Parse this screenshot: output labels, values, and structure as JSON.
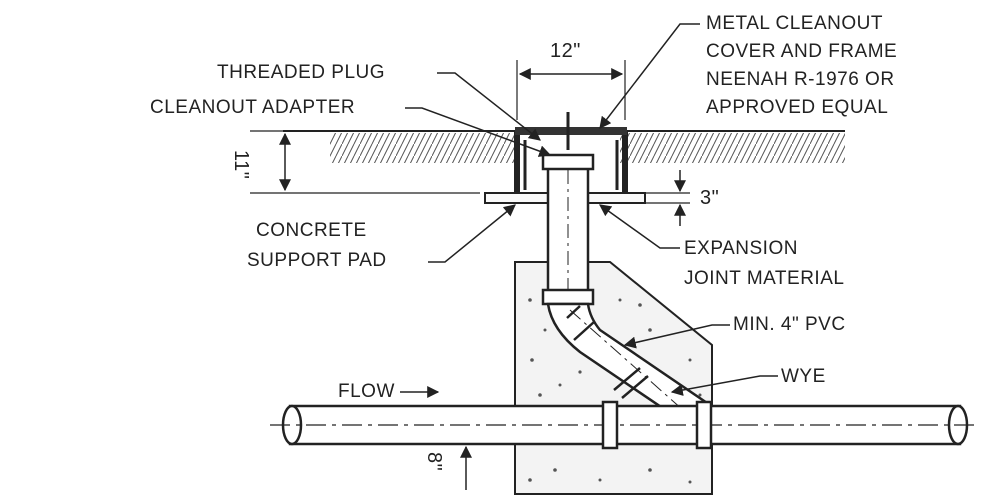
{
  "labels": {
    "dim_width": "12\"",
    "threaded_plug": "THREADED PLUG",
    "cleanout_adapter": "CLEANOUT ADAPTER",
    "metal_cover_line1": "METAL CLEANOUT",
    "metal_cover_line2": "COVER AND FRAME",
    "metal_cover_line3": "NEENAH R-1976 OR",
    "metal_cover_line4": "APPROVED EQUAL",
    "dim_depth": "11\"",
    "dim_pad": "3\"",
    "concrete_pad_line1": "CONCRETE",
    "concrete_pad_line2": "SUPPORT PAD",
    "expansion_line1": "EXPANSION",
    "expansion_line2": "JOINT MATERIAL",
    "min_pvc": "MIN. 4\" PVC",
    "wye": "WYE",
    "flow": "FLOW",
    "dim_bottom": "8\""
  },
  "colors": {
    "ink": "#222222",
    "concrete_fill": "#f2f2f2",
    "background": "#ffffff"
  }
}
